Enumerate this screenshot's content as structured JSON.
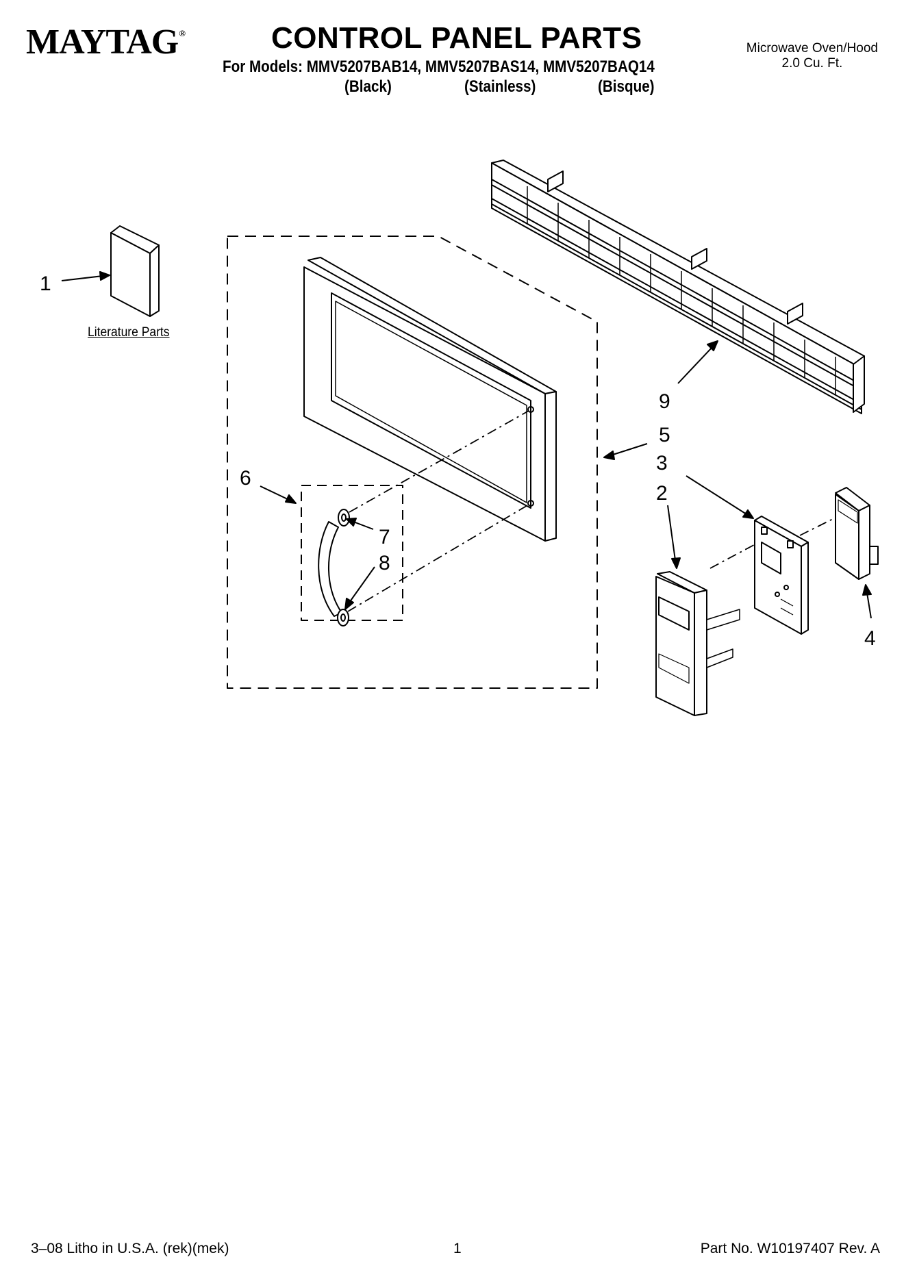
{
  "header": {
    "brand": "MAYTAG",
    "brand_mark": "®",
    "title": "CONTROL PANEL PARTS",
    "models": "For Models: MMV5207BAB14, MMV5207BAS14, MMV5207BAQ14",
    "colors": [
      "(Black)",
      "(Stainless)",
      "(Bisque)"
    ],
    "product_type_line1": "Microwave Oven/Hood",
    "product_type_line2": "2.0 Cu. Ft."
  },
  "diagram": {
    "literature_label": "Literature Parts",
    "callouts": [
      "1",
      "2",
      "3",
      "4",
      "5",
      "6",
      "7",
      "8",
      "9"
    ]
  },
  "footer": {
    "litho": "3–08 Litho in U.S.A. (rek)(mek)",
    "page_number": "1",
    "part_number": "Part No. W10197407 Rev. A"
  }
}
